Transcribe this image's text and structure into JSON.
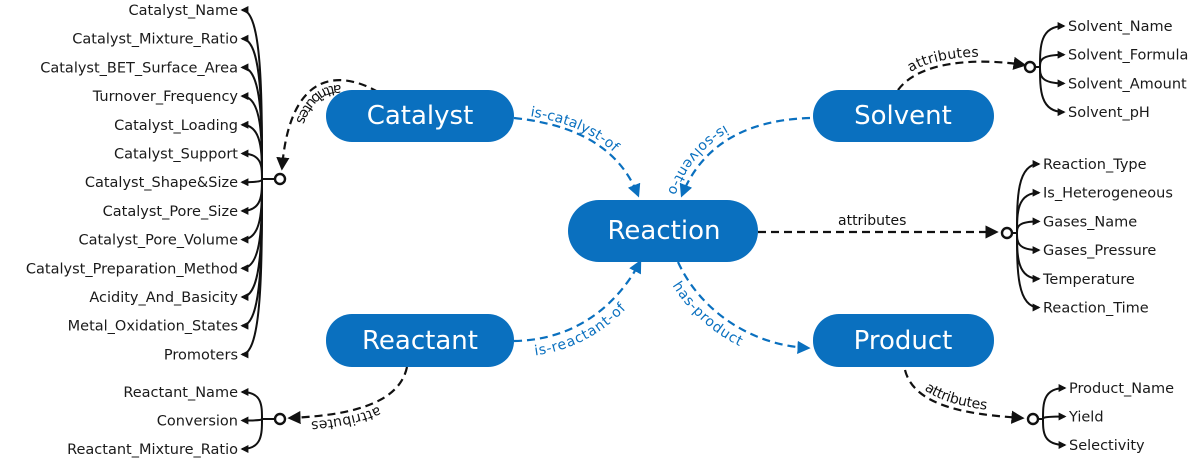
{
  "nodes": {
    "catalyst": "Catalyst",
    "solvent": "Solvent",
    "reaction": "Reaction",
    "reactant": "Reactant",
    "product": "Product"
  },
  "relations": {
    "is_catalyst_of": "is-catalyst-of",
    "is_solvent_of": "is-solvent-of",
    "is_reactant_of": "is-reactant-of",
    "has_product": "has-product",
    "attributes": "attributes"
  },
  "attributes": {
    "catalyst": [
      "Catalyst_Name",
      "Catalyst_Mixture_Ratio",
      "Catalyst_BET_Surface_Area",
      "Turnover_Frequency",
      "Catalyst_Loading",
      "Catalyst_Support",
      "Catalyst_Shape&Size",
      "Catalyst_Pore_Size",
      "Catalyst_Pore_Volume",
      "Catalyst_Preparation_Method",
      "Acidity_And_Basicity",
      "Metal_Oxidation_States",
      "Promoters"
    ],
    "solvent": [
      "Solvent_Name",
      "Solvent_Formula",
      "Solvent_Amount",
      "Solvent_pH"
    ],
    "reaction": [
      "Reaction_Type",
      "Is_Heterogeneous",
      "Gases_Name",
      "Gases_Pressure",
      "Temperature",
      "Reaction_Time"
    ],
    "reactant": [
      "Reactant_Name",
      "Conversion",
      "Reactant_Mixture_Ratio"
    ],
    "product": [
      "Product_Name",
      "Yield",
      "Selectivity"
    ]
  },
  "colors": {
    "node": "#0a70bf",
    "relation": "#0a70bf",
    "attribute_link": "#111111"
  }
}
